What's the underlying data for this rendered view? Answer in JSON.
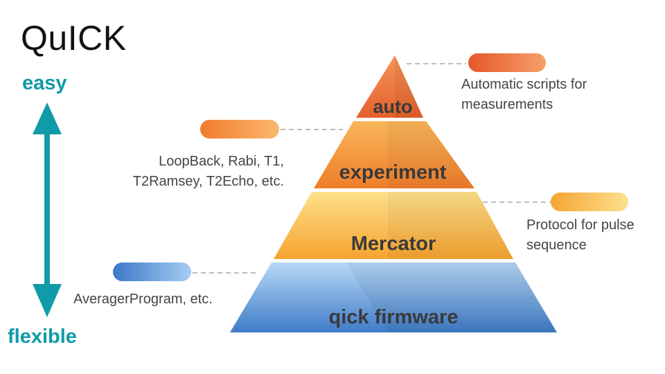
{
  "slide": {
    "title": "QuICK",
    "axis": {
      "top_label": "easy",
      "bottom_label": "flexible",
      "color": "#0f9ba8"
    },
    "tiers": [
      {
        "name": "auto",
        "description_lines": [
          "Automatic scripts for",
          "measurements"
        ],
        "color_light": "#f2834a",
        "color_dark": "#e15a24"
      },
      {
        "name": "experiment",
        "description_lines": [
          "LoopBack, Rabi, T1,",
          "T2Ramsey, T2Echo, etc."
        ],
        "color_light": "#f8a94a",
        "color_dark": "#f07a25"
      },
      {
        "name": "Mercator",
        "description_lines": [
          "Protocol for pulse",
          "sequence"
        ],
        "color_light": "#fcd06a",
        "color_dark": "#f6a12c"
      },
      {
        "name": "qick firmware",
        "description_lines": [
          "AveragerProgram, etc."
        ],
        "color_light": "#a9d0f4",
        "color_dark": "#4a86d0"
      }
    ]
  }
}
